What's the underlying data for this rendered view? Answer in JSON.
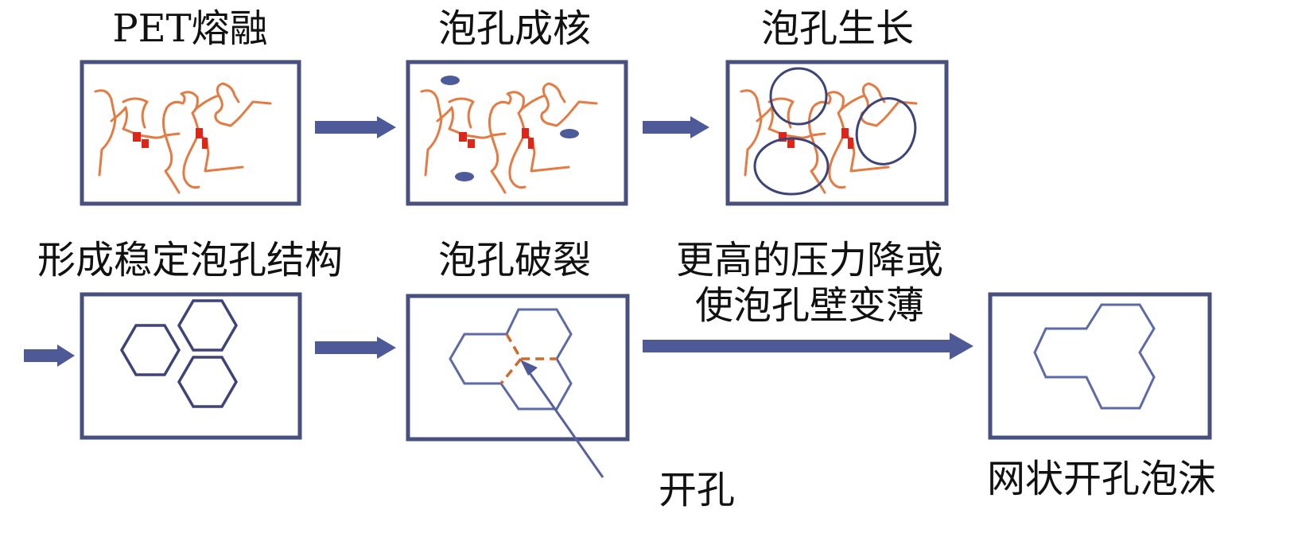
{
  "labels": {
    "pet_melt": "PET熔融",
    "nucleation": "泡孔成核",
    "growth": "泡孔生长",
    "stable": "形成稳定泡孔结构",
    "rupture": "泡孔破裂",
    "pressure_line1": "更高的压力降或",
    "pressure_line2": "使泡孔壁变薄",
    "open_pore": "开孔",
    "open_cell_foam": "网状开孔泡沫"
  },
  "colors": {
    "box_border": "#48507f",
    "arrow": "#4e5a97",
    "polymer_chain": "#e47b42",
    "crosslink": "#e02418",
    "cell_wall": "#3e4478",
    "broken_wall": "#d06a2a"
  }
}
